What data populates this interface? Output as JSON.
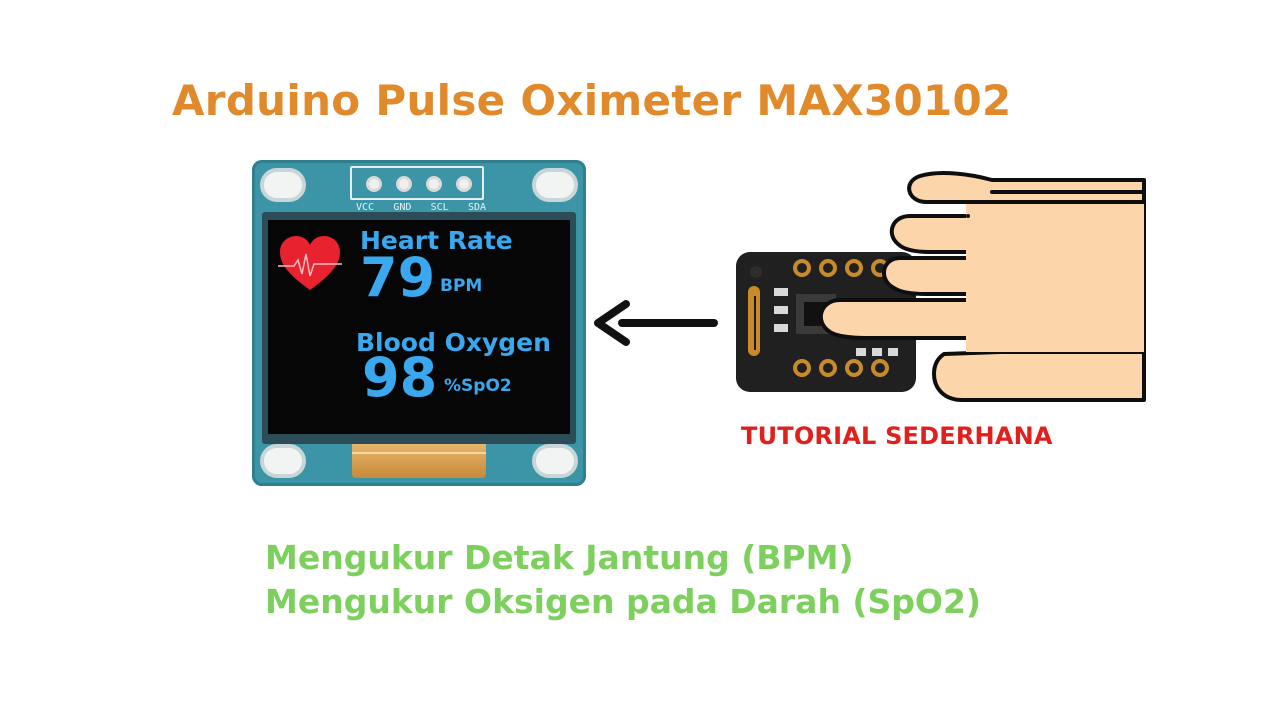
{
  "title": "Arduino Pulse Oximeter MAX30102",
  "oled": {
    "pins": [
      "VCC",
      "GND",
      "SCL",
      "SDA"
    ],
    "heart_rate_label": "Heart Rate",
    "heart_rate_value": "79",
    "heart_rate_unit": "BPM",
    "oxygen_label": "Blood Oxygen",
    "oxygen_value": "98",
    "oxygen_unit": "%SpO2"
  },
  "tutorial_label": "TUTORIAL SEDERHANA",
  "captions": {
    "line1": "Mengukur Detak Jantung (BPM)",
    "line2": "Mengukur Oksigen pada Darah (SpO2)"
  },
  "colors": {
    "title": "#e08a2c",
    "display_text": "#3aa8ee",
    "tutorial": "#e0201c",
    "caption": "#7ed05e",
    "board": "#3b95a6",
    "heart": "#e8222e"
  },
  "icons": [
    "heart-icon",
    "arrow-left-icon",
    "hand-icon"
  ]
}
